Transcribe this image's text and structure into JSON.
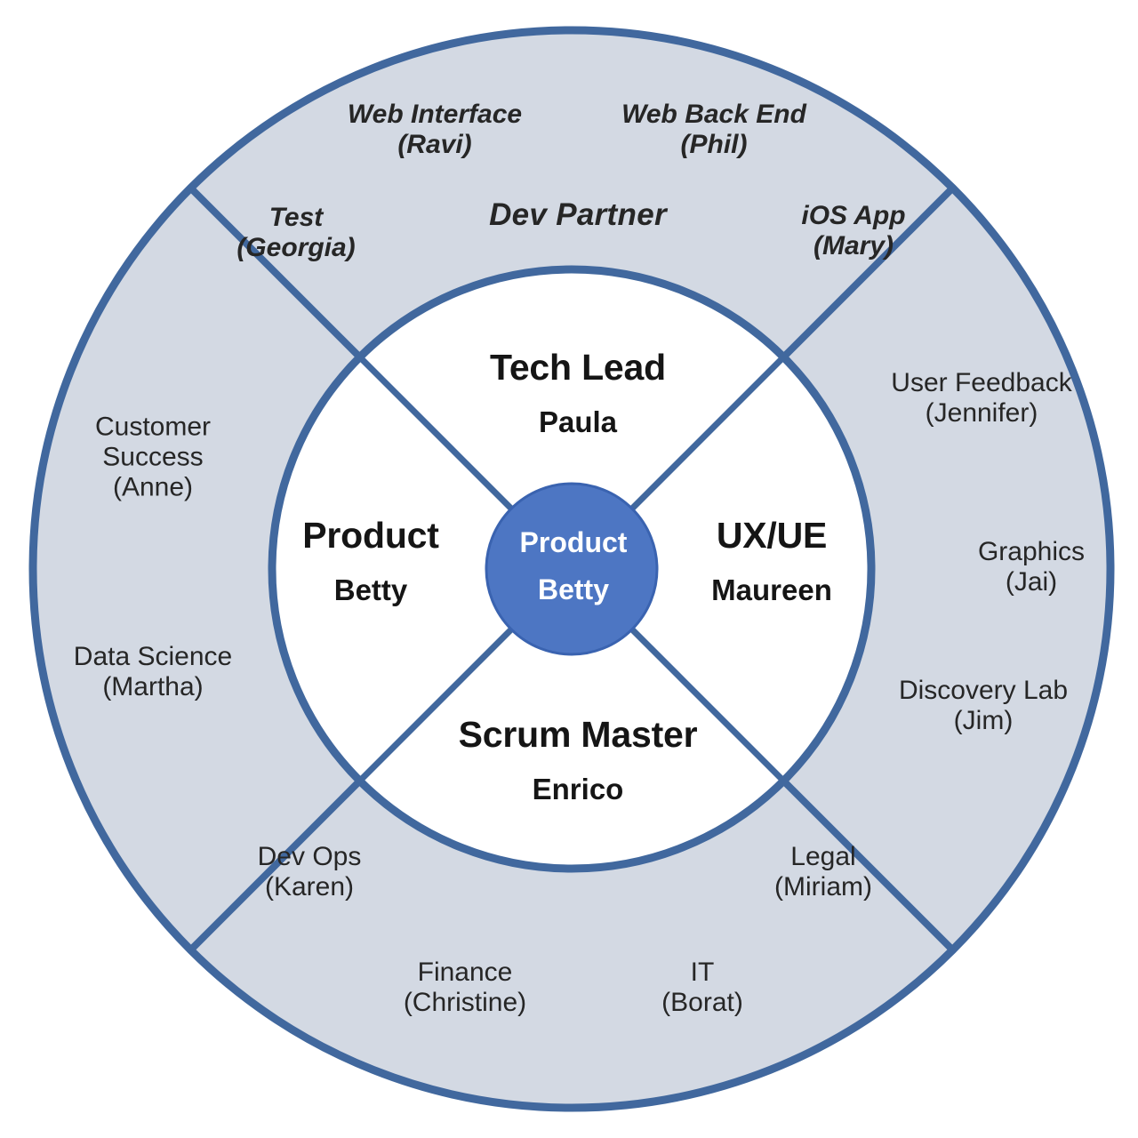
{
  "diagram": {
    "title": "Product Team Roles Wheel",
    "type": "concentric-circle-sector-diagram",
    "colors": {
      "ring_fill": "#D3D9E3",
      "inner_fill": "#FFFFFF",
      "stroke": "#41689E",
      "hub_fill": "#4D76C3",
      "hub_stroke": "#3A63B0",
      "text": "#262626",
      "hub_text": "#FFFFFF",
      "page_background": "#FFFFFF"
    },
    "hub": {
      "role": "Product",
      "person": "Betty"
    },
    "inner_quadrants": [
      {
        "position": "top",
        "role": "Tech Lead",
        "person": "Paula"
      },
      {
        "position": "right",
        "role": "UX/UE",
        "person": "Maureen"
      },
      {
        "position": "bottom",
        "role": "Scrum Master",
        "person": "Enrico"
      },
      {
        "position": "left",
        "role": "Product",
        "person": "Betty"
      }
    ],
    "outer_sectors": [
      {
        "position": "top",
        "heading": "Dev Partner",
        "style": "italic",
        "items": [
          {
            "role": "Web Interface",
            "person": "(Ravi)"
          },
          {
            "role": "Web Back End",
            "person": "(Phil)"
          },
          {
            "role": "Test",
            "person": "(Georgia)"
          },
          {
            "role": "iOS App",
            "person": "(Mary)"
          }
        ]
      },
      {
        "position": "right",
        "heading": "",
        "style": "upright",
        "items": [
          {
            "role": "User Feedback",
            "person": "(Jennifer)"
          },
          {
            "role": "Graphics",
            "person": "(Jai)"
          },
          {
            "role": "Discovery Lab",
            "person": "(Jim)"
          }
        ]
      },
      {
        "position": "bottom",
        "heading": "",
        "style": "upright",
        "items": [
          {
            "role": "Legal",
            "person": "(Miriam)"
          },
          {
            "role": "IT",
            "person": "(Borat)"
          },
          {
            "role": "Finance",
            "person": "(Christine)"
          },
          {
            "role": "Dev Ops",
            "person": "(Karen)"
          }
        ]
      },
      {
        "position": "left",
        "heading": "",
        "style": "upright",
        "items": [
          {
            "role": "Customer\nSuccess",
            "person": "(Anne)"
          },
          {
            "role": "Data Science",
            "person": "(Martha)"
          }
        ]
      }
    ],
    "labels": {
      "web_interface": "Web Interface\n(Ravi)",
      "web_back_end": "Web Back End\n(Phil)",
      "test": "Test\n(Georgia)",
      "ios_app": "iOS App\n(Mary)",
      "dev_partner": "Dev Partner",
      "user_feedback": "User Feedback\n(Jennifer)",
      "graphics": "Graphics\n(Jai)",
      "discovery_lab": "Discovery Lab\n(Jim)",
      "legal": "Legal\n(Miriam)",
      "it": "IT\n(Borat)",
      "finance": "Finance\n(Christine)",
      "dev_ops": "Dev Ops\n(Karen)",
      "customer_success": "Customer\nSuccess\n(Anne)",
      "data_science": "Data Science\n(Martha)"
    }
  }
}
